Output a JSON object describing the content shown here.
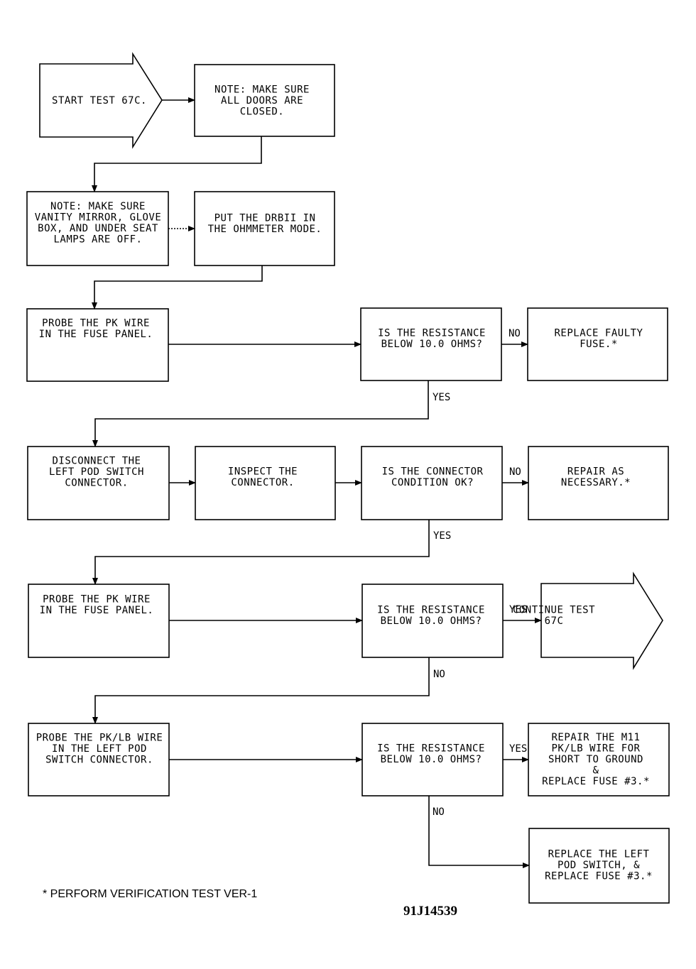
{
  "nodes": {
    "start": {
      "lines": [
        "START TEST 67C."
      ]
    },
    "note_doors": {
      "lines": [
        "NOTE: MAKE SURE",
        "ALL DOORS ARE",
        "CLOSED."
      ]
    },
    "note_lamps": {
      "lines": [
        "NOTE: MAKE SURE",
        "VANITY MIRROR, GLOVE",
        "BOX, AND UNDER SEAT",
        "LAMPS ARE OFF."
      ]
    },
    "put_drbii": {
      "lines": [
        "PUT THE DRBII IN",
        "THE OHMMETER MODE."
      ]
    },
    "probe_pk_1": {
      "lines": [
        "PROBE THE PK WIRE",
        "IN THE FUSE PANEL."
      ]
    },
    "q_resistance_1": {
      "lines": [
        "IS THE RESISTANCE",
        "BELOW 10.0 OHMS?"
      ]
    },
    "replace_fuse": {
      "lines": [
        "REPLACE FAULTY",
        "FUSE.*"
      ]
    },
    "disconnect": {
      "lines": [
        "DISCONNECT THE",
        "LEFT POD SWITCH",
        "CONNECTOR."
      ]
    },
    "inspect": {
      "lines": [
        "INSPECT THE",
        "CONNECTOR."
      ]
    },
    "q_connector": {
      "lines": [
        "IS THE CONNECTOR",
        "CONDITION OK?"
      ]
    },
    "repair": {
      "lines": [
        "REPAIR AS",
        "NECESSARY.*"
      ]
    },
    "probe_pk_2": {
      "lines": [
        "PROBE THE PK WIRE",
        "IN THE FUSE PANEL."
      ]
    },
    "q_resistance_2": {
      "lines": [
        "IS THE RESISTANCE",
        "BELOW 10.0 OHMS?"
      ]
    },
    "continue": {
      "lines": [
        "CONTINUE TEST",
        "67C"
      ]
    },
    "probe_pklb": {
      "lines": [
        "PROBE THE PK/LB WIRE",
        "IN THE LEFT POD",
        "SWITCH CONNECTOR."
      ]
    },
    "q_resistance_3": {
      "lines": [
        "IS THE RESISTANCE",
        "BELOW 10.0 OHMS?"
      ]
    },
    "repair_m11": {
      "lines": [
        "REPAIR THE M11",
        "PK/LB WIRE FOR",
        "SHORT TO GROUND",
        "&",
        "REPLACE FUSE #3.*"
      ]
    },
    "replace_pod": {
      "lines": [
        "REPLACE THE LEFT",
        "POD SWITCH, &",
        "REPLACE FUSE #3.*"
      ]
    }
  },
  "edge_labels": {
    "q1_no": "NO",
    "q1_yes": "YES",
    "qc_no": "NO",
    "qc_yes": "YES",
    "q2_yes": "YES",
    "q2_no": "NO",
    "q3_yes": "YES",
    "q3_no": "NO"
  },
  "footnote": "* PERFORM VERIFICATION TEST VER-1",
  "figure_id": "91J14539"
}
